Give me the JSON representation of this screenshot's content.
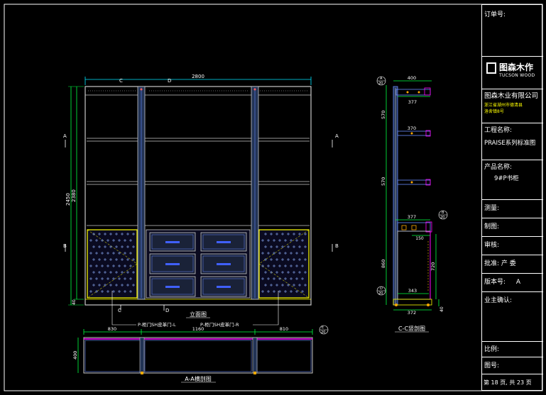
{
  "colors": {
    "background": "#000000",
    "frame": "#ffffff",
    "cabinet_line": "#c8c8c8",
    "dimension_cyan": "#00e5ff",
    "dimension_green": "#00ff40",
    "panel_yellow": "#ffff00",
    "panel_blue": "#6a8cff",
    "magenta": "#ff00ff",
    "section_label": "#ffffff"
  },
  "title_block": {
    "order_no_label": "订单号:",
    "logo_cn": "图森木作",
    "logo_en": "TUCSON WOOD",
    "company": "图森木业有限公司",
    "address_line1": "浙江省湖州市德清县",
    "address_line2": "洛舍镇8号",
    "project_label": "工程名称:",
    "project_value": "PRAISE系列标准图",
    "product_label": "产品名称:",
    "product_value": "9#P书柜",
    "measure_label": "测量:",
    "draw_label": "制图:",
    "review_label": "审核:",
    "approve_label": "批准: 产 委",
    "version_label": "版本号:",
    "version_value": "A",
    "owner_label": "业主确认:",
    "scale_label": "比例:",
    "drawing_no_label": "图号:",
    "page_label": "第 18 页, 共 23 页"
  },
  "elevation": {
    "title": "立面图",
    "width_dim": "2800",
    "height_dim_outer": "2450",
    "height_dim_inner": "2380",
    "base_dim": "40",
    "top_markers": [
      "C",
      "D"
    ],
    "bottom_markers": [
      "C",
      "D"
    ],
    "side_markers": [
      "A",
      "A",
      "B",
      "B"
    ],
    "door_label_left": "P-柜门SH皮革门-L",
    "door_label_right": "P-柜门SH皮革门-R"
  },
  "plan": {
    "title": "A-A横剖图",
    "dims": [
      "830",
      "1160",
      "810"
    ],
    "depth_dim": "400",
    "callout_letter": "E",
    "callout_number": "20"
  },
  "section": {
    "title": "C-C竖剖图",
    "top_callout_letter": "A",
    "top_callout_number": "20",
    "dims_top": [
      "400",
      "377"
    ],
    "shelf_dims": [
      "370"
    ],
    "left_dims": [
      "570",
      "570",
      "860"
    ],
    "mid_dim": "377",
    "mid_callout_letter": "B",
    "mid_callout_number": "20",
    "inner_dim": "150",
    "height_dim": "720",
    "lower_callout_letter": "D",
    "lower_callout_number": "20",
    "bottom_inner_dim": "343",
    "bottom_dim": "372",
    "base_dim": "40"
  }
}
